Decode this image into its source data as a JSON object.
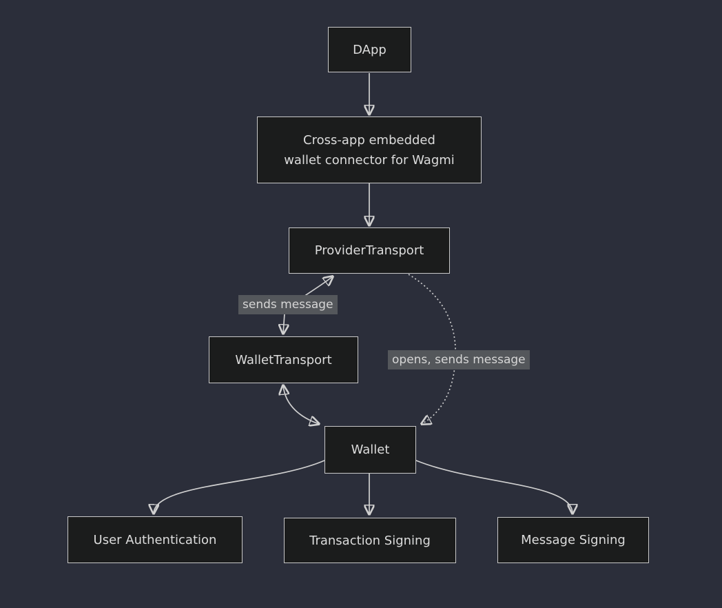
{
  "diagram_type": "flowchart",
  "nodes": {
    "dapp": {
      "label": "DApp"
    },
    "connector": {
      "label": "Cross-app embedded\nwallet connector for Wagmi"
    },
    "provider_transport": {
      "label": "ProviderTransport"
    },
    "wallet_transport": {
      "label": "WalletTransport"
    },
    "wallet": {
      "label": "Wallet"
    },
    "user_authentication": {
      "label": "User Authentication"
    },
    "transaction_signing": {
      "label": "Transaction Signing"
    },
    "message_signing": {
      "label": "Message Signing"
    }
  },
  "edges": [
    {
      "from": "dapp",
      "to": "connector",
      "style": "solid",
      "arrows": "forward",
      "label": ""
    },
    {
      "from": "connector",
      "to": "provider_transport",
      "style": "solid",
      "arrows": "forward",
      "label": ""
    },
    {
      "from": "provider_transport",
      "to": "wallet_transport",
      "style": "solid",
      "arrows": "both",
      "label": "sends message"
    },
    {
      "from": "provider_transport",
      "to": "wallet",
      "style": "dotted",
      "arrows": "forward",
      "label": "opens, sends message"
    },
    {
      "from": "wallet_transport",
      "to": "wallet",
      "style": "solid",
      "arrows": "both",
      "label": ""
    },
    {
      "from": "wallet",
      "to": "user_authentication",
      "style": "solid",
      "arrows": "forward",
      "label": ""
    },
    {
      "from": "wallet",
      "to": "transaction_signing",
      "style": "solid",
      "arrows": "forward",
      "label": ""
    },
    {
      "from": "wallet",
      "to": "message_signing",
      "style": "solid",
      "arrows": "forward",
      "label": ""
    }
  ],
  "colors": {
    "background": "#2b2e3a",
    "node_fill": "#1b1c1c",
    "node_border": "#c9c9c9",
    "node_text": "#dcdcdc",
    "edge_line": "#d0d0d0",
    "edge_label_bg": "#54575b",
    "edge_label_text": "#d6d6d6"
  }
}
